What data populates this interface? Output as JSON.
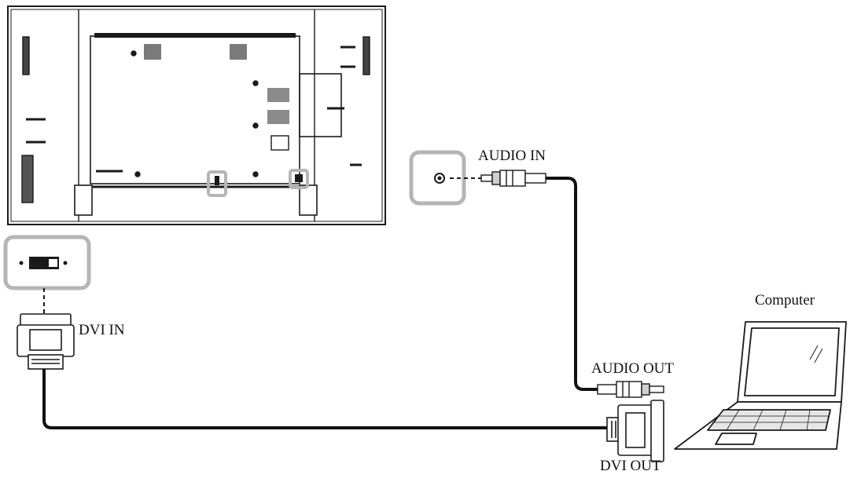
{
  "labels": {
    "audio_in": "AUDIO IN",
    "dvi_in": "DVI IN",
    "computer": "Computer",
    "audio_out": "AUDIO OUT",
    "dvi_out": "DVI OUT"
  },
  "colors": {
    "line": "#1a1a1a",
    "highlight": "#b5b5b5",
    "cable": "#111111"
  },
  "icons": {
    "display": "display-rear-panel",
    "dvi_port": "dvi-port-icon",
    "audio_port": "audio-jack-port-icon",
    "dvi_plug": "dvi-plug-icon",
    "audio_plug": "audio-plug-icon",
    "laptop": "laptop-icon"
  }
}
